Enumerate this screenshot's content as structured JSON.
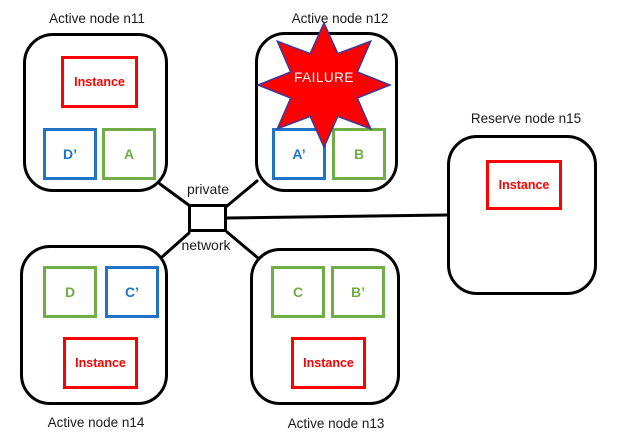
{
  "colors": {
    "red": "#FF0000",
    "green": "#70AD47",
    "blue": "#1F74C5",
    "star-outline": "#39399B",
    "ink": "#000000",
    "bg": "#FFFFFF"
  },
  "network": {
    "label_top": "private",
    "label_bottom": "network"
  },
  "failure": {
    "label": "FAILURE"
  },
  "nodes": [
    {
      "id": "n11",
      "title": "Active node n11",
      "instance_label": "Instance",
      "slots": [
        {
          "label": "D’",
          "color": "blue"
        },
        {
          "label": "A",
          "color": "green"
        }
      ]
    },
    {
      "id": "n12",
      "title": "Active node n12",
      "slots": [
        {
          "label": "A’",
          "color": "blue"
        },
        {
          "label": "B",
          "color": "green"
        }
      ]
    },
    {
      "id": "n15",
      "title": "Reserve node n15",
      "instance_label": "Instance",
      "slots": []
    },
    {
      "id": "n14",
      "title": "Active node n14",
      "instance_label": "Instance",
      "slots": [
        {
          "label": "D",
          "color": "green"
        },
        {
          "label": "C’",
          "color": "blue"
        }
      ]
    },
    {
      "id": "n13",
      "title": "Active node n13",
      "instance_label": "Instance",
      "slots": [
        {
          "label": "C",
          "color": "green"
        },
        {
          "label": "B’",
          "color": "green"
        }
      ]
    }
  ]
}
